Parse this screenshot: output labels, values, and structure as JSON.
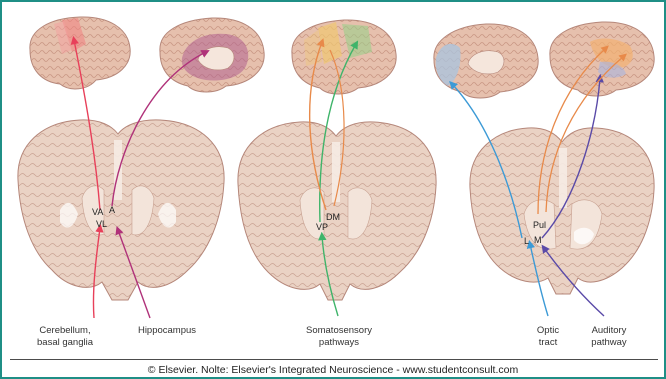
{
  "labels": {
    "nuclei": {
      "va": "VA",
      "a": "A",
      "vl": "VL",
      "dm": "DM",
      "vp": "VP",
      "pul": "Pul",
      "l": "L",
      "m": "M"
    },
    "pathways": {
      "cerebellum_line1": "Cerebellum,",
      "cerebellum_line2": "basal ganglia",
      "hippocampus": "Hippocampus",
      "somatosensory_line1": "Somatosensory",
      "somatosensory_line2": "pathways",
      "optic_line1": "Optic",
      "optic_line2": "tract",
      "auditory_line1": "Auditory",
      "auditory_line2": "pathway"
    }
  },
  "footer": {
    "copyright": "© Elsevier. Nolte: Elsevier's Integrated Neuroscience - www.studentconsult.com"
  },
  "colors": {
    "frame": "#1f8f86",
    "brain": "#e8c3b0",
    "brain_outline": "#b5877a",
    "red": "#e8405a",
    "magenta": "#b0327a",
    "orange": "#e88a4a",
    "green": "#3fb46a",
    "blue": "#3c9ad6",
    "purple": "#5a4aa8",
    "yellow_area": "#f0c870",
    "green_area": "#9bcf8a",
    "purple_area": "#b06090",
    "blue_area": "#a8c4e0",
    "orange_area": "#f2b070"
  }
}
